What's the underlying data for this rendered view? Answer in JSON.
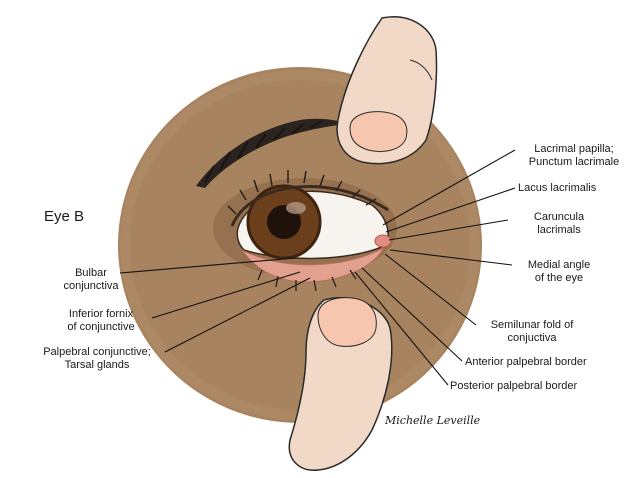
{
  "title": "Eye B",
  "labels": {
    "lacrimal_papilla": "Lacrimal papilla;\nPunctum lacrimale",
    "lacus_lacrimalis": "Lacus lacrimalis",
    "caruncula": "Caruncula\nlacrimals",
    "medial_angle": "Medial angle\nof the eye",
    "semilunar_fold": "Semilunar fold of\nconjuctiva",
    "anterior_border": "Anterior palpebral border",
    "posterior_border": "Posterior palpebral border",
    "bulbar": "Bulbar\nconjunctiva",
    "inferior_fornix": "Inferior fornix\nof conjunctive",
    "palpebral_conj": "Palpebral conjunctive;\nTarsal glands"
  },
  "signature": "Michelle Leveille",
  "colors": {
    "skin_disc": "#a8835f",
    "skin_dark": "#8e6a4a",
    "iris": "#6b3f1c",
    "brow": "#2b2320",
    "finger": "#f2d9c7",
    "nail": "#f6c6ae",
    "leader": "#111111"
  }
}
